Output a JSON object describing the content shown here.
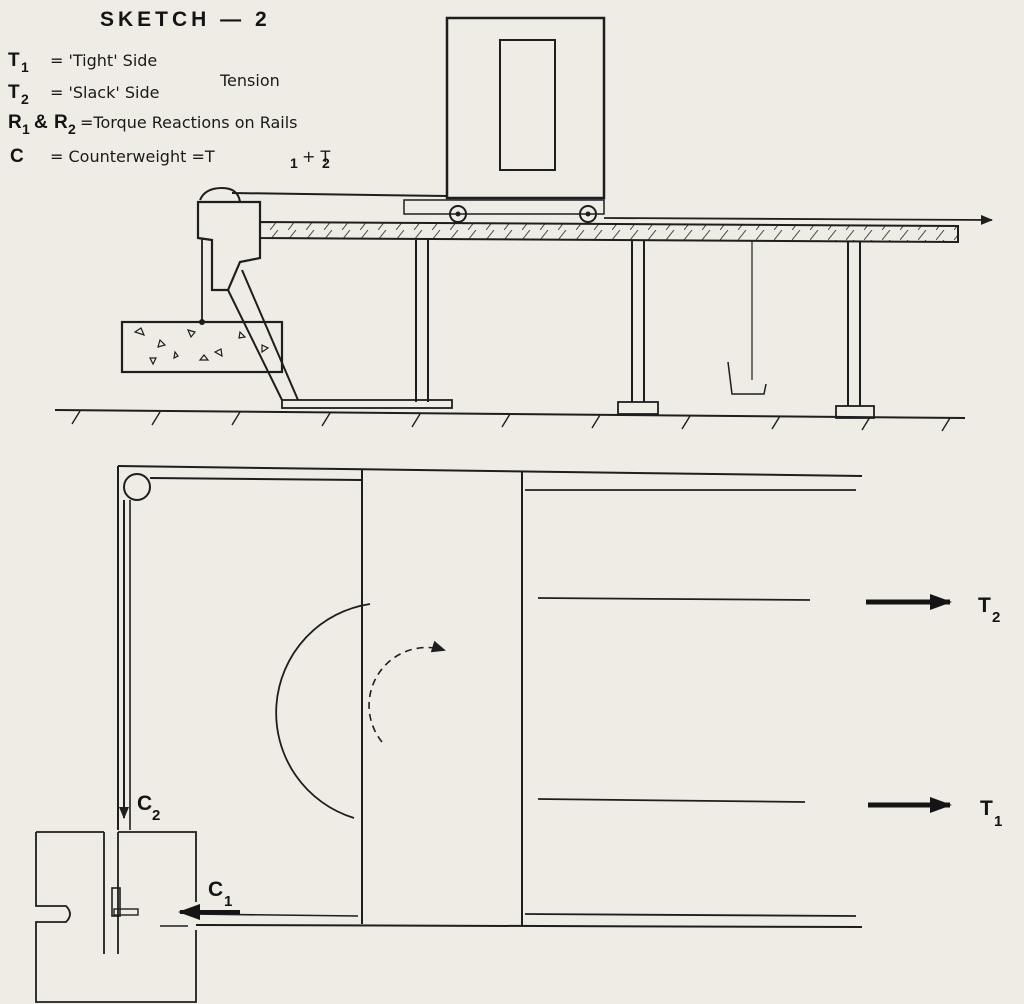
{
  "title": "SKETCH — 2",
  "legend": {
    "t1": {
      "symbol": "T",
      "sub": "1",
      "text": "= 'Tight' Side"
    },
    "t2": {
      "symbol": "T",
      "sub": "2",
      "text": "= 'Slack' Side"
    },
    "tension": "Tension",
    "r": {
      "symbol_a": "R",
      "sub_a": "1",
      "amp": "&",
      "symbol_b": "R",
      "sub_b": "2",
      "text": "=Torque  Reactions on Rails"
    },
    "c": {
      "symbol": "C",
      "text_a": "= Counterweight =T",
      "sub_a": "1",
      "plus": "+ T",
      "sub_b": "2"
    }
  },
  "labels": {
    "t2": {
      "symbol": "T",
      "sub": "2"
    },
    "t1": {
      "symbol": "T",
      "sub": "1"
    },
    "c2": {
      "symbol": "C",
      "sub": "2"
    },
    "c1": {
      "symbol": "C",
      "sub": "1"
    }
  }
}
